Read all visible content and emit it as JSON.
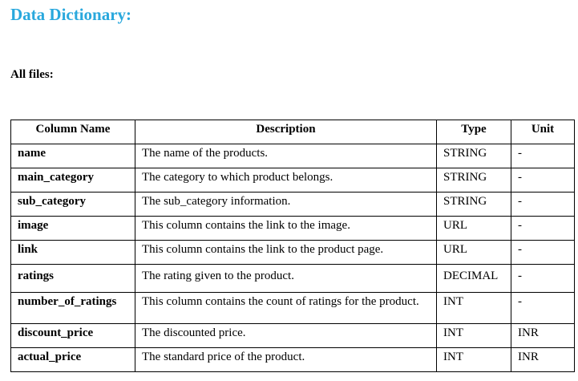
{
  "title": "Data Dictionary:",
  "subtitle": "All files:",
  "table": {
    "headers": {
      "column_name": "Column Name",
      "description": "Description",
      "type": "Type",
      "unit": "Unit"
    },
    "rows": [
      {
        "name": "name",
        "description": "The name of the products.",
        "type": "STRING",
        "unit": "-"
      },
      {
        "name": "main_category",
        "description": "The category to which product belongs.",
        "type": "STRING",
        "unit": "-"
      },
      {
        "name": "sub_category",
        "description": "The sub_category information.",
        "type": "STRING",
        "unit": "-"
      },
      {
        "name": "image",
        "description": "This column contains the link to the image.",
        "type": "URL",
        "unit": "-"
      },
      {
        "name": "link",
        "description": "This column contains the link to the product page.",
        "type": "URL",
        "unit": "-"
      },
      {
        "name": "ratings",
        "description": "The rating given to the product.",
        "type": "DECIMAL",
        "unit": "-"
      },
      {
        "name": "number_of_ratings",
        "description": "This column contains the count of ratings for the product.",
        "type": "INT",
        "unit": "-"
      },
      {
        "name": "discount_price",
        "description": "The discounted price.",
        "type": "INT",
        "unit": "INR"
      },
      {
        "name": "actual_price",
        "description": "The standard price of the product.",
        "type": "INT",
        "unit": "INR"
      }
    ]
  }
}
